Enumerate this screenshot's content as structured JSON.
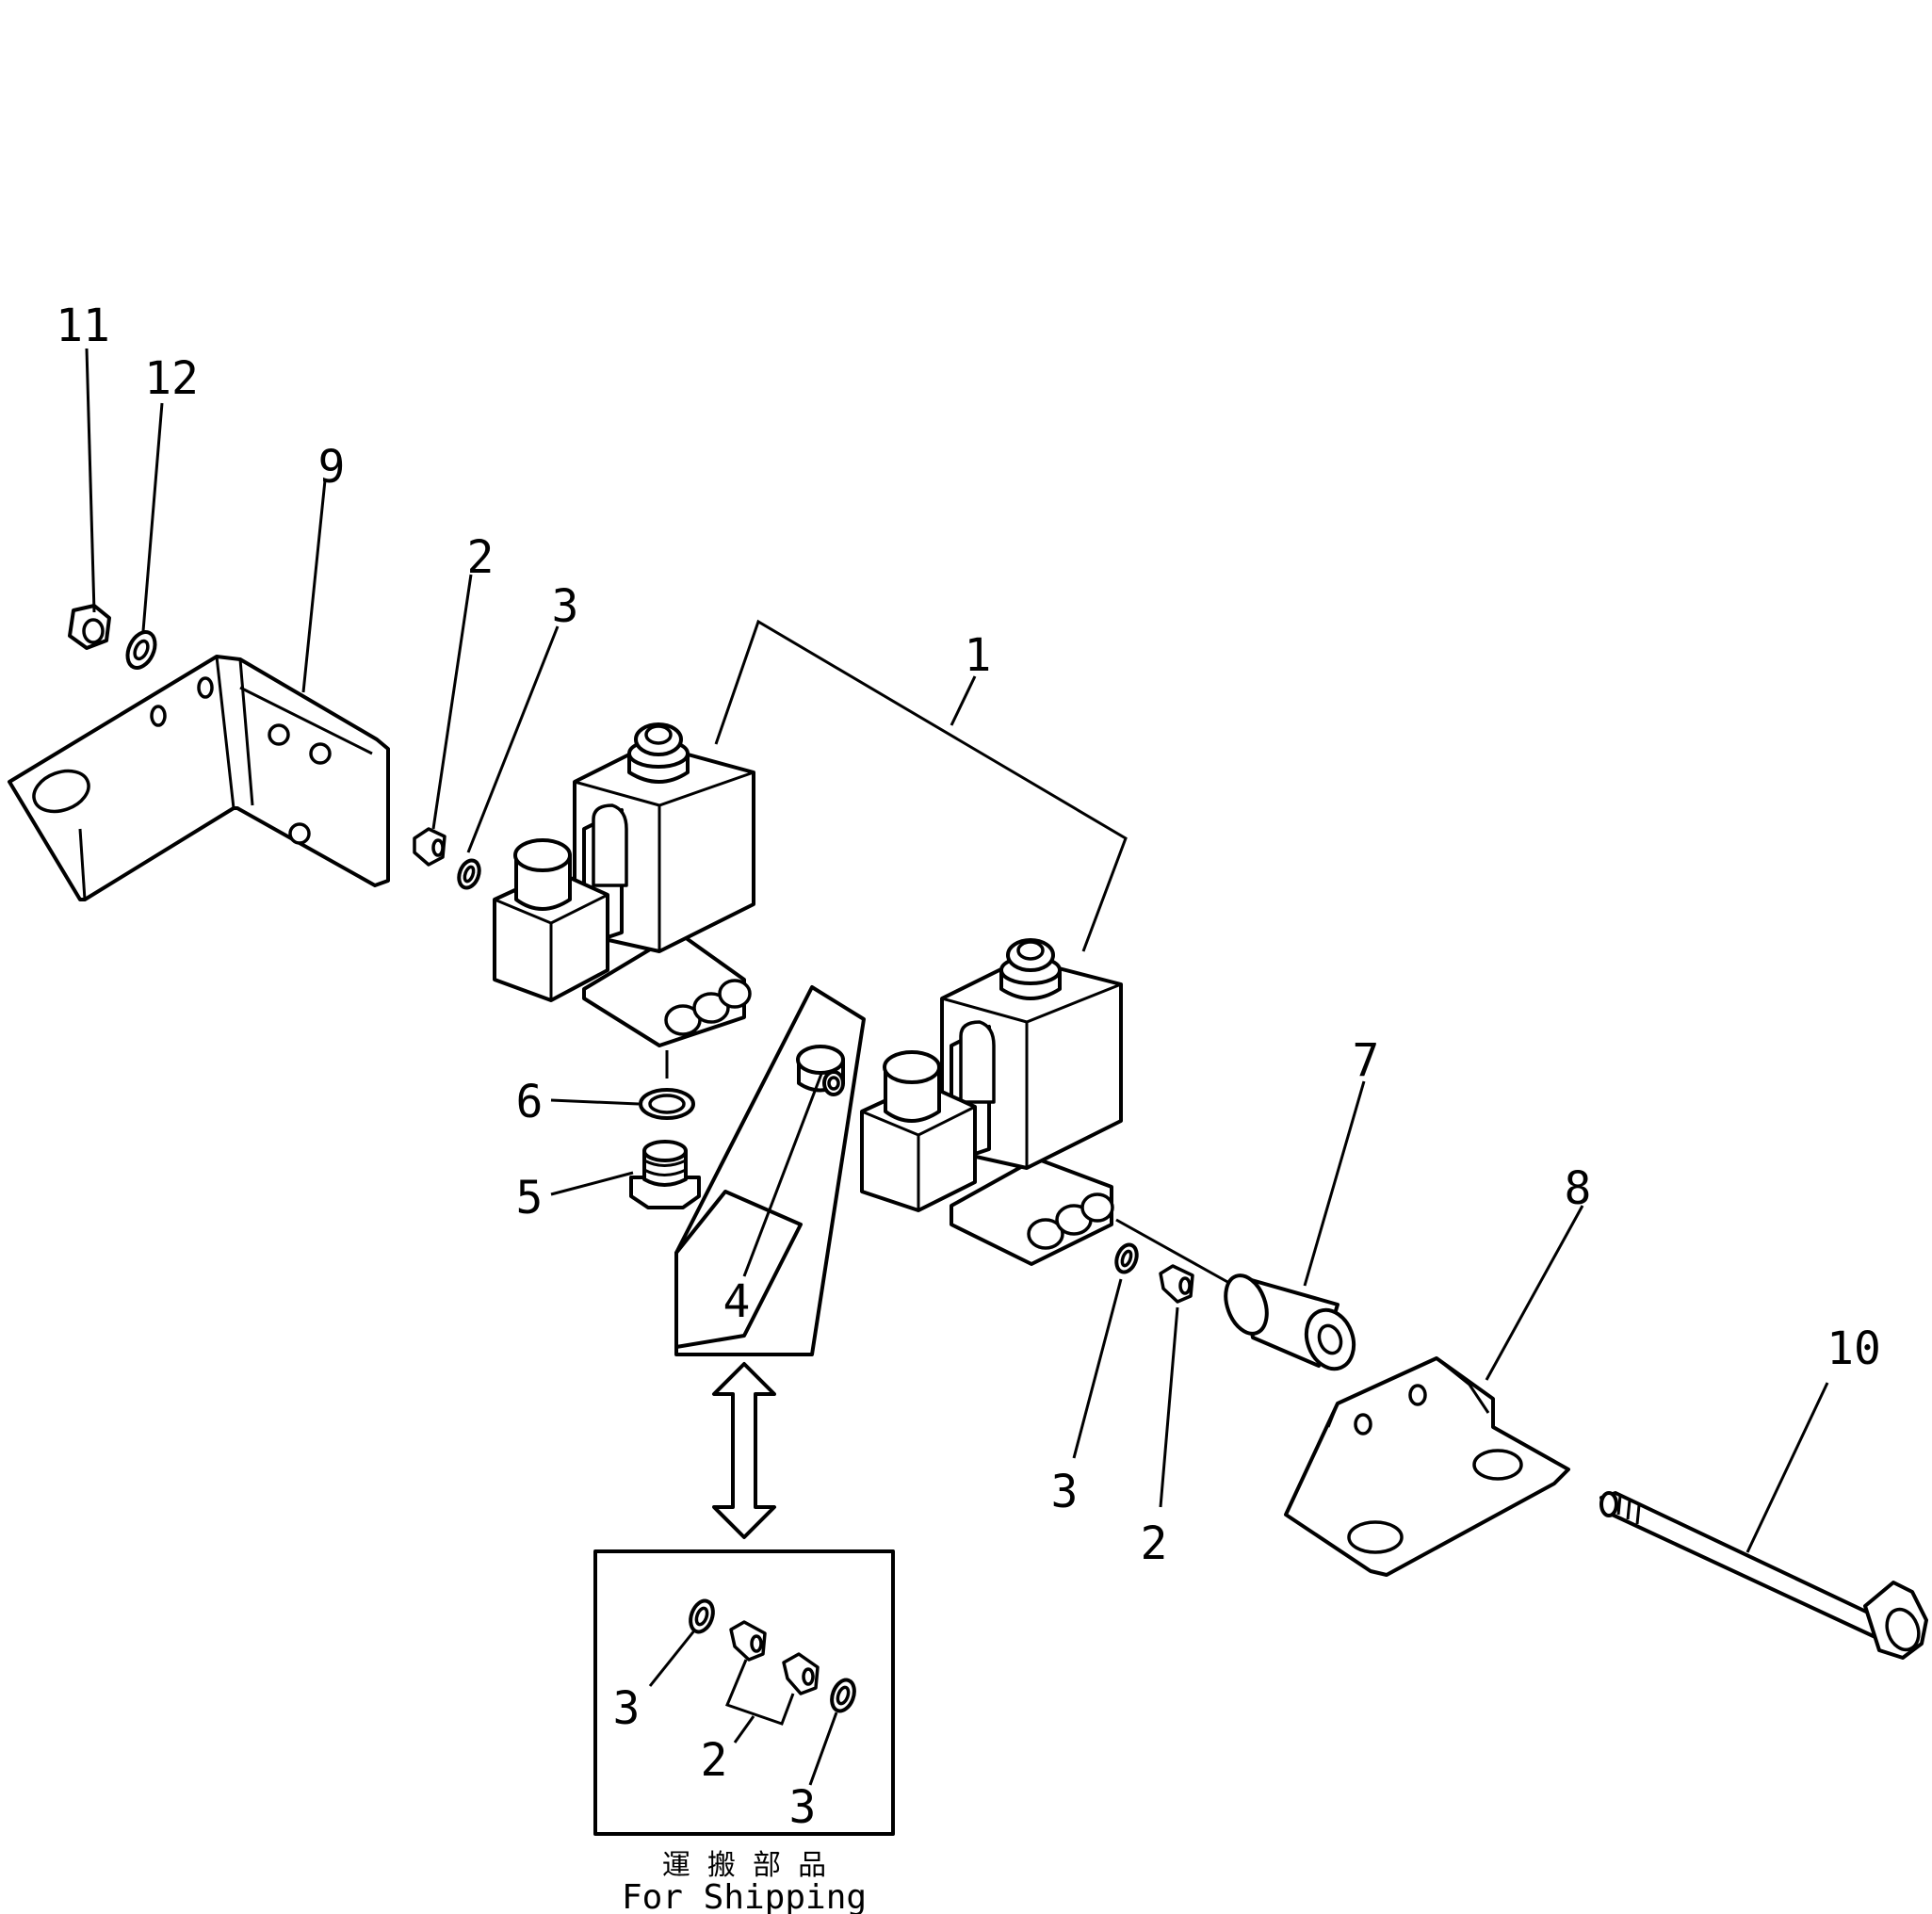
{
  "labels": {
    "p11": "11",
    "p12": "12",
    "p9": "9",
    "p2a": "2",
    "p3a": "3",
    "p1": "1",
    "p6": "6",
    "p5": "5",
    "p4": "4",
    "p7": "7",
    "p8": "8",
    "p10": "10",
    "p3b": "3",
    "p2b": "2",
    "p3c": "3",
    "p2c": "2",
    "p3d": "3"
  },
  "shipping": {
    "caption_jp": "運 搬 部 品",
    "caption_en": "For Shipping"
  }
}
